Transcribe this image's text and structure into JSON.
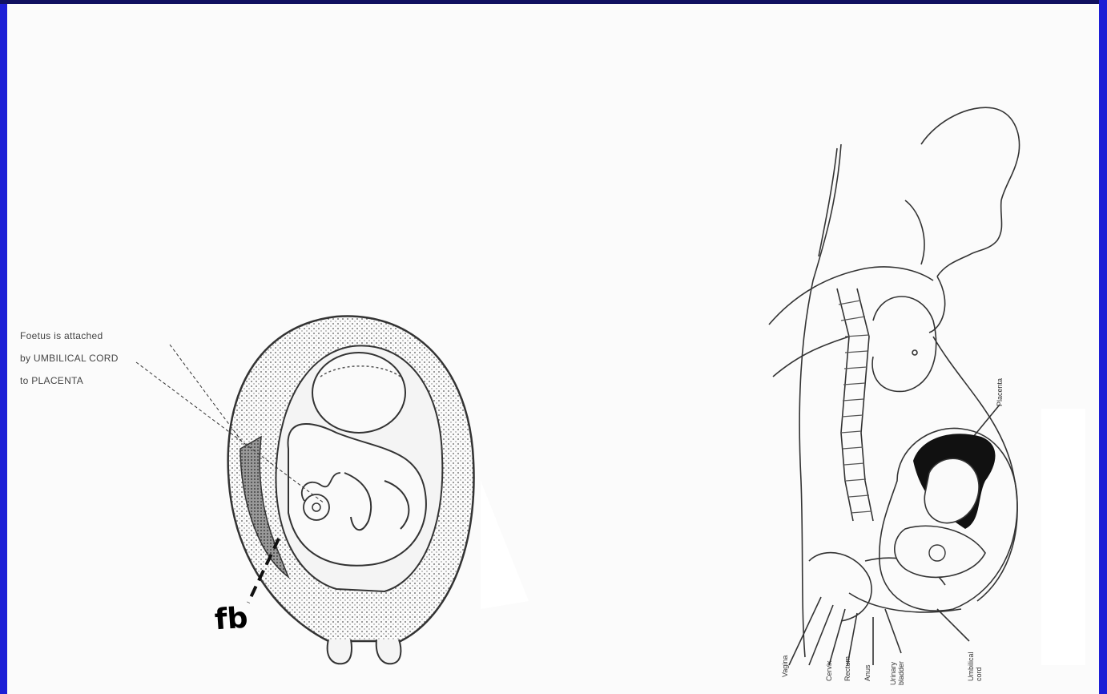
{
  "left_figure": {
    "callout_lines": [
      "Foetus is attached",
      "by UMBILICAL CORD",
      "to PLACENTA"
    ],
    "handwritten_label": "fb"
  },
  "right_figure": {
    "labels": {
      "placenta": "Placenta",
      "bottom": [
        "Vagina",
        "Cervix",
        "Rectum",
        "Anus",
        "Urinary bladder",
        "Umbilical cord"
      ]
    }
  }
}
